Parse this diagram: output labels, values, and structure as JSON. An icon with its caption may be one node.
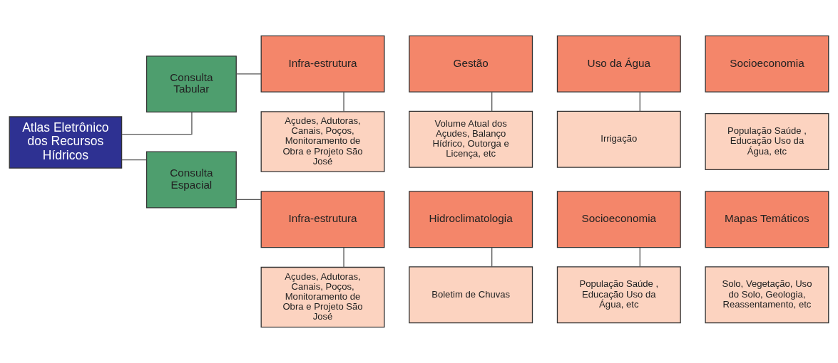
{
  "diagram": {
    "nodes": [
      {
        "text": [
          "Atlas Eletrônico dos Recursos Hídricos"
        ]
      },
      {
        "text": [
          "Consulta Tabular"
        ]
      },
      {
        "text": [
          "Infra-estrutura"
        ]
      },
      {
        "text": [
          "Gestão"
        ]
      },
      {
        "text": [
          "Uso da Água"
        ]
      },
      {
        "text": [
          "Socioeconomia"
        ]
      },
      {
        "text": [
          "Açudes, Adutoras, Canais, Poços, Monitoramento de Obra e Projeto São José"
        ]
      },
      {
        "text": [
          "Volume Atual dos Açudes, Balanço Hídrico, Outorga e Licença, etc"
        ]
      },
      {
        "text": [
          "Irrigação"
        ]
      },
      {
        "text": [
          "População Saúde , Educação Uso da Água, etc"
        ]
      },
      {
        "text": [
          "Consulta Espacial"
        ]
      },
      {
        "text": [
          "Infra-estrutura"
        ]
      },
      {
        "text": [
          "Hidroclimatologia"
        ]
      },
      {
        "text": [
          "Socioeconomia"
        ]
      },
      {
        "text": [
          "Mapas Temáticos"
        ]
      },
      {
        "text": [
          "Açudes, Adutoras, Canais, Poços, Monitoramento de Obra e Projeto São José"
        ]
      },
      {
        "text": [
          "Boletim de Chuvas"
        ]
      },
      {
        "text": [
          "População Saúde , Educação Uso da Água, etc"
        ]
      },
      {
        "text": [
          "Solo, Vegetação, Uso do Solo, Geologia, Reassentamento, etc"
        ]
      }
    ],
    "edges": [
      {
        "from": 0,
        "to": 1,
        "arrow": "none"
      },
      {
        "from": 0,
        "to": 10,
        "arrow": "none"
      },
      {
        "from": 1,
        "to": 2,
        "arrow": "none"
      },
      {
        "from": 2,
        "to": 6,
        "arrow": "none"
      },
      {
        "from": 3,
        "to": 7,
        "arrow": "none"
      },
      {
        "from": 4,
        "to": 8,
        "arrow": "none"
      },
      {
        "from": 10,
        "to": 11,
        "arrow": "none"
      },
      {
        "from": 11,
        "to": 15,
        "arrow": "none"
      },
      {
        "from": 12,
        "to": 16,
        "arrow": "none"
      },
      {
        "from": 13,
        "to": 17,
        "arrow": "none"
      }
    ]
  }
}
